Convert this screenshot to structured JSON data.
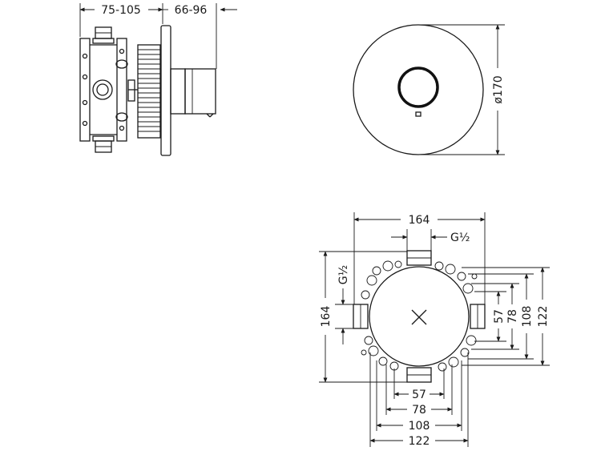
{
  "side_view": {
    "dim_depth": "75-105",
    "dim_projection": "66-96"
  },
  "front_view": {
    "dim_diameter": "ø170"
  },
  "box_view": {
    "dim_top_width": "164",
    "dim_top_thread": "G½",
    "dim_left_height": "164",
    "dim_left_thread": "G½",
    "bottom_dims": [
      "57",
      "78",
      "108",
      "122"
    ],
    "right_dims": [
      "57",
      "78",
      "108",
      "122"
    ]
  }
}
